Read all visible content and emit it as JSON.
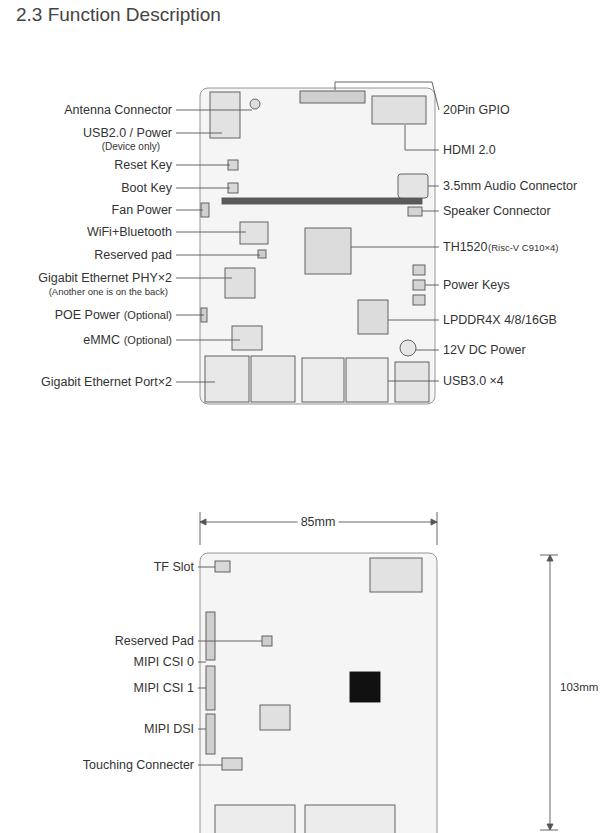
{
  "diagram": {
    "title": "2.3 Function Description",
    "labels": [
      "Antenna Connector",
      "USB2.0 / Power",
      "(Device only)",
      "Reset Key",
      "Boot Key",
      "Fan Power",
      "WiFi+Bluetooth",
      "Reserved pad",
      "Gigabit Ethernet PHY×2",
      "(Another one is on the back)",
      "POE Power",
      "(Optional)",
      "eMMC",
      "(Optional)",
      "Gigabit Ethernet Port×2",
      "20Pin GPIO",
      "HDMI 2.0",
      "3.5mm Audio Connector",
      "Speaker Connector",
      "TH1520",
      "(Risc-V C910×4)",
      "Power Keys",
      "LPDDR4X 4/8/16GB",
      "12V DC Power",
      "USB3.0 ×4",
      "85mm",
      "103mm",
      "TF Slot",
      "Reserved Pad",
      "MIPI CSI 0",
      "MIPI CSI 1",
      "MIPI DSI",
      "Touching Connecter"
    ]
  }
}
